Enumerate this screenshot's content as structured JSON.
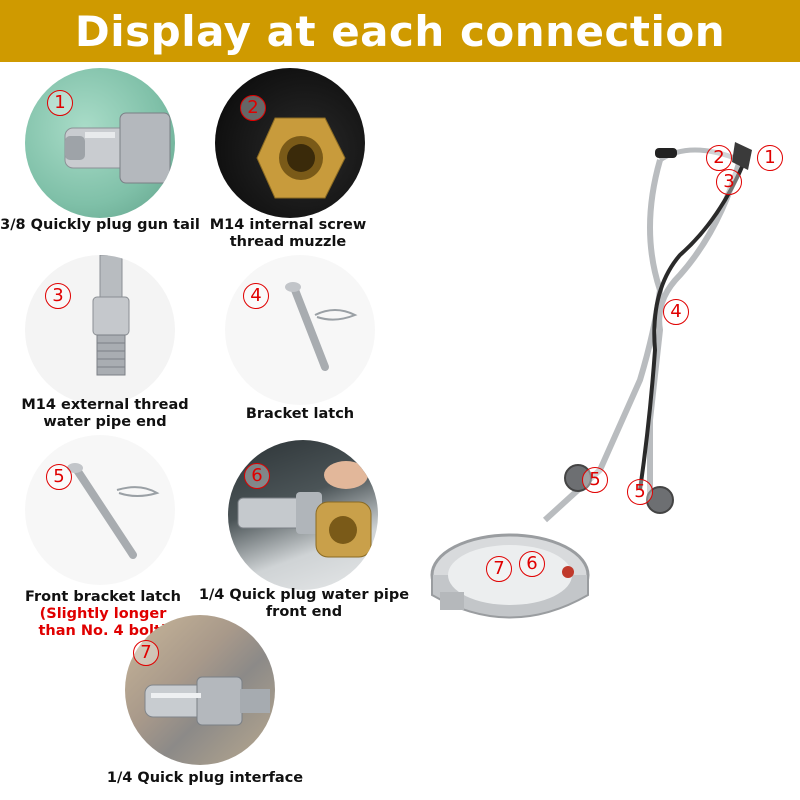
{
  "banner": {
    "title": "Display at each connection"
  },
  "parts": [
    {
      "num": "1",
      "label": "3/8 Quickly plug gun tail"
    },
    {
      "num": "2",
      "label_line1": "M14 internal screw",
      "label_line2": "thread muzzle"
    },
    {
      "num": "3",
      "label_line1": "M14 external thread",
      "label_line2": "water pipe end"
    },
    {
      "num": "4",
      "label": "Bracket latch"
    },
    {
      "num": "5",
      "label": "Front bracket latch",
      "note_line1": "(Slightly longer",
      "note_line2": "than No. 4 bolt)"
    },
    {
      "num": "6",
      "label_line1": "1/4 Quick plug water pipe",
      "label_line2": "front end"
    },
    {
      "num": "7",
      "label": "1/4 Quick plug interface"
    }
  ],
  "diagram_markers": [
    "2",
    "1",
    "3",
    "4",
    "5",
    "5",
    "7",
    "6"
  ],
  "colors": {
    "banner": "#cf9a00",
    "marker": "#e00000",
    "note": "#e00000"
  }
}
